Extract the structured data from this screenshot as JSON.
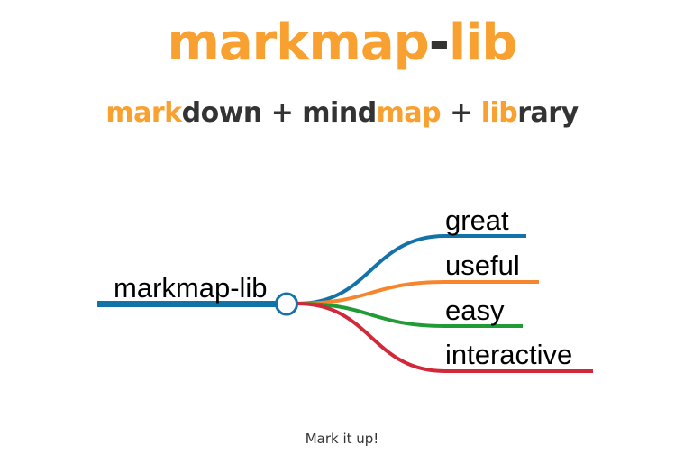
{
  "header": {
    "title_parts": [
      "markmap",
      "-",
      "lib"
    ],
    "subtitle_parts": [
      "mark",
      "down + mind",
      "map",
      " + ",
      "lib",
      "rary"
    ]
  },
  "mindmap": {
    "root": {
      "label": "markmap-lib",
      "color": "#1373a9"
    },
    "children": [
      {
        "label": "great",
        "color": "#1373a9"
      },
      {
        "label": "useful",
        "color": "#f6852d"
      },
      {
        "label": "easy",
        "color": "#209b36"
      },
      {
        "label": "interactive",
        "color": "#d1293a"
      }
    ]
  },
  "footer": {
    "text": "Mark it up!"
  },
  "colors": {
    "accent": "#f9a130",
    "text_dark": "#333333"
  }
}
